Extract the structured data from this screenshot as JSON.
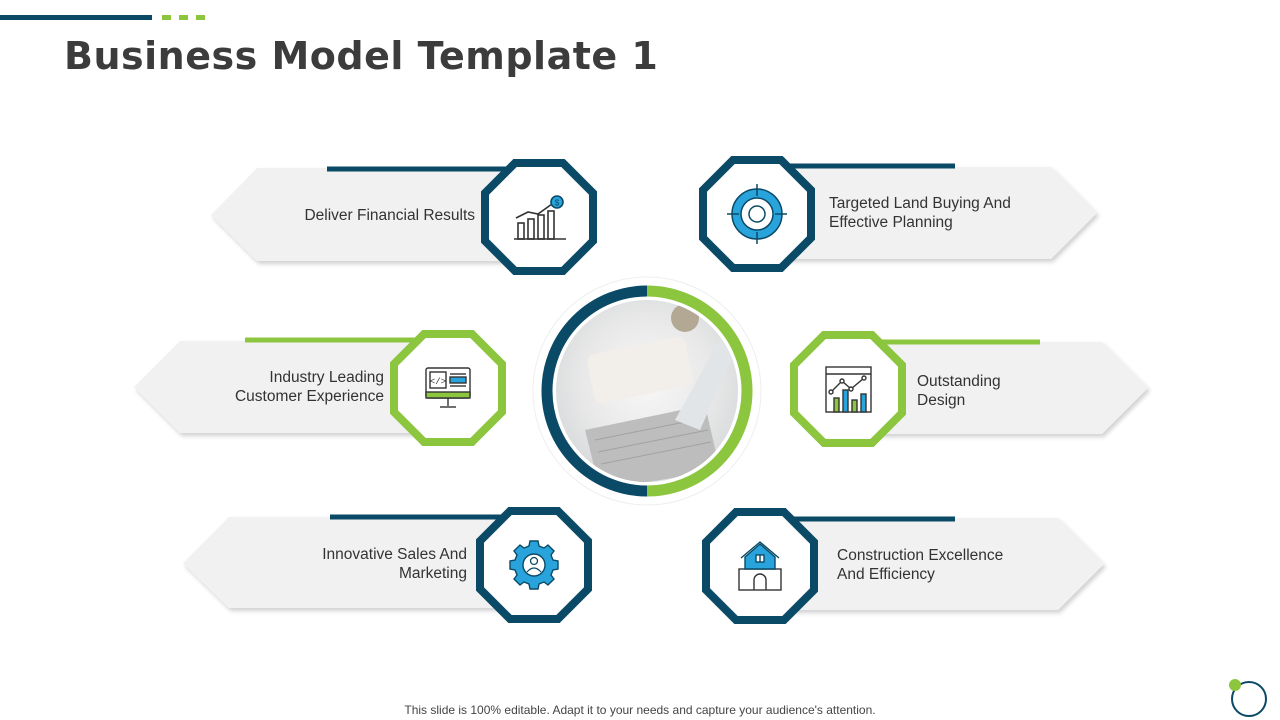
{
  "title": "Business Model Template 1",
  "items": {
    "financial": {
      "label_line1": "Deliver Financial Results",
      "label_line2": "",
      "icon": "bar-chart-dollar-icon"
    },
    "customer": {
      "label_line1": "Industry  Leading",
      "label_line2": "Customer Experience",
      "icon": "code-monitor-icon"
    },
    "sales": {
      "label_line1": "Innovative  Sales And",
      "label_line2": "Marketing",
      "icon": "gear-person-icon"
    },
    "land": {
      "label_line1": "Targeted Land Buying And",
      "label_line2": "Effective Planning",
      "icon": "target-icon"
    },
    "design": {
      "label_line1": "Outstanding",
      "label_line2": "Design",
      "icon": "analytics-board-icon"
    },
    "construction": {
      "label_line1": "Construction Excellence",
      "label_line2": "And Efficiency",
      "icon": "house-icon"
    }
  },
  "center_image": "laptop-desk-photo",
  "footer": "This slide is 100% editable. Adapt it to your needs and capture your audience's attention.",
  "colors": {
    "navy": "#0b4a66",
    "green": "#8cc63f",
    "panel": "#f1f1f1",
    "accent_blue": "#29a3dc"
  }
}
